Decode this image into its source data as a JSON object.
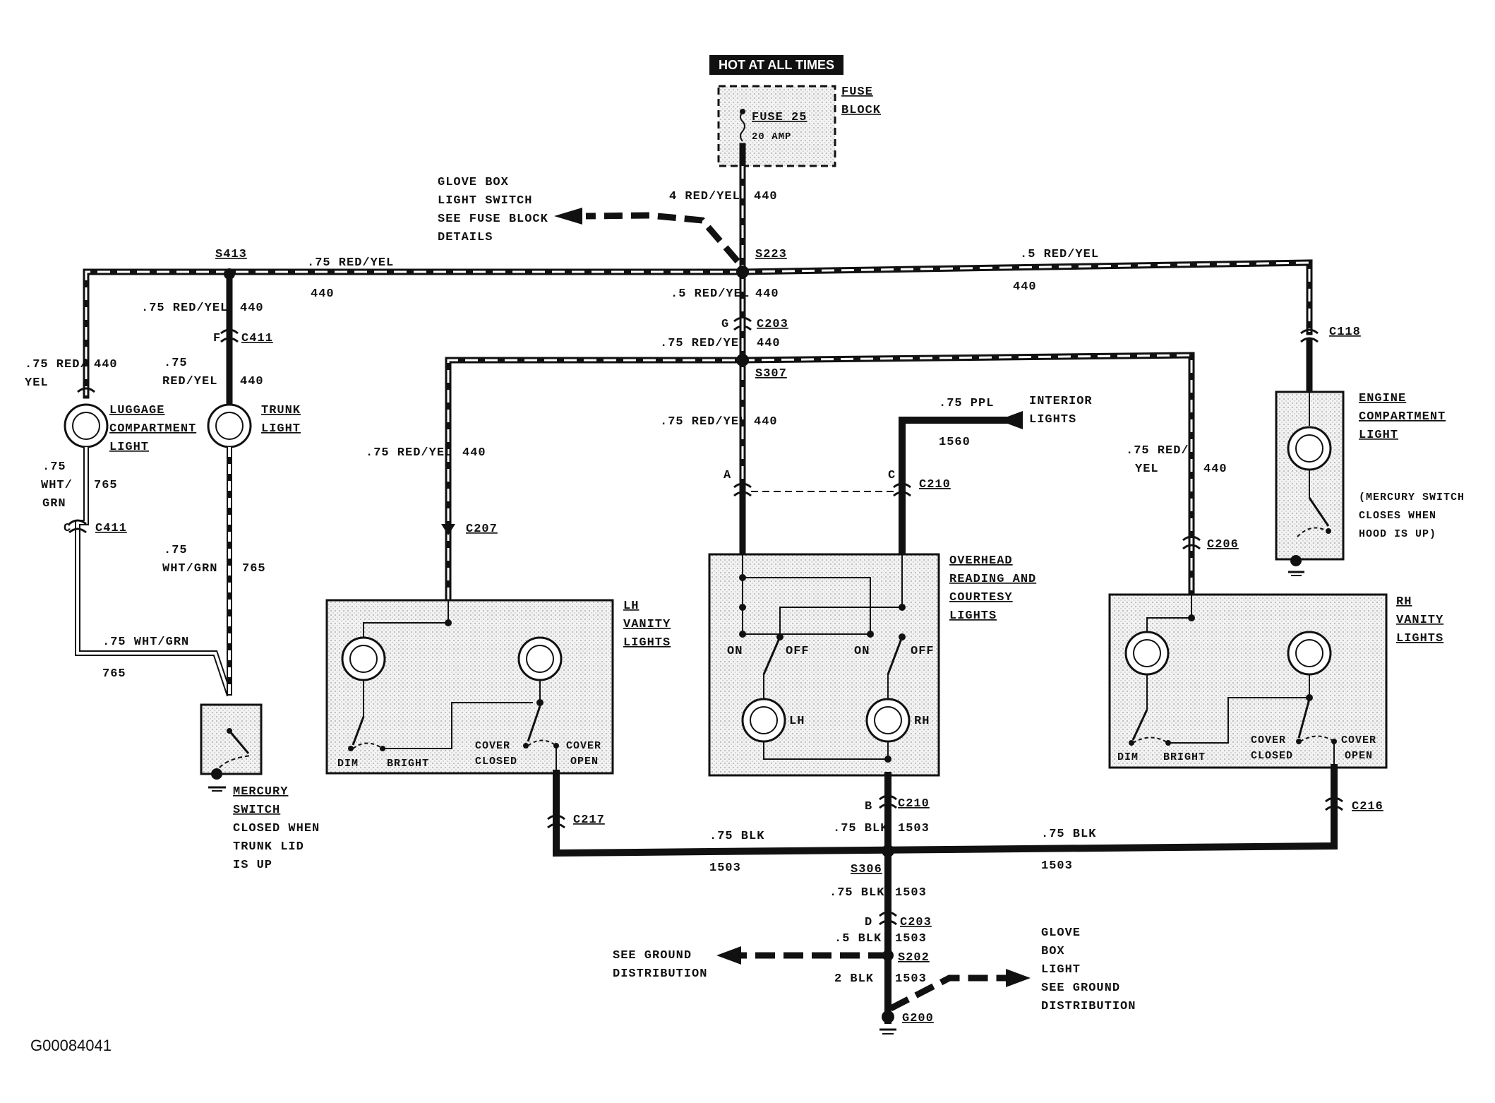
{
  "header": {
    "hot_at_all_times": "HOT AT ALL TIMES"
  },
  "fuse": {
    "fuse_block_1": "FUSE",
    "fuse_block_2": "BLOCK",
    "fuse_name": "FUSE 25",
    "fuse_rating": "20 AMP"
  },
  "glove_ref": {
    "l1": "GLOVE BOX",
    "l2": "LIGHT SWITCH",
    "l3": "SEE FUSE BLOCK",
    "l4": "DETAILS"
  },
  "wires": {
    "w4ry": "4 RED/YEL",
    "c440": "440",
    "w5ry": ".5 RED/YEL",
    "w75ry": ".75 RED/YEL",
    "w75ry_split_1": ".75 RED/",
    "w75ry_split_2": "YEL",
    "w75_a": ".75",
    "w75ry_b": "RED/YEL",
    "w75ry_rh1": ".75 RED/",
    "w75ry_rh2": "YEL",
    "w75_wht": ".75",
    "wht_grn_split": "WHT/",
    "grn": "GRN",
    "wht_grn": "WHT/GRN",
    "w75_wht_grn": ".75 WHT/GRN",
    "c765": "765",
    "w75_ppl": ".75 PPL",
    "c1560": "1560",
    "w75_blk": ".75 BLK",
    "w5_blk": ".5 BLK",
    "w2_blk": "2 BLK",
    "c1503": "1503"
  },
  "splices": {
    "s413": "S413",
    "s223": "S223",
    "s307": "S307",
    "s306": "S306",
    "s202": "S202",
    "g200": "G200"
  },
  "connectors": {
    "c203": "C203",
    "c411": "C411",
    "c118": "C118",
    "c207": "C207",
    "c210": "C210",
    "c206": "C206",
    "c217": "C217",
    "c216": "C216",
    "pin_g": "G",
    "pin_f": "F",
    "pin_c": "C",
    "pin_a": "A",
    "pin_b": "B",
    "pin_d": "D"
  },
  "components": {
    "luggage": [
      "LUGGAGE",
      "COMPARTMENT",
      "LIGHT"
    ],
    "trunk": [
      "TRUNK",
      "LIGHT"
    ],
    "engine": [
      "ENGINE",
      "COMPARTMENT",
      "LIGHT"
    ],
    "engine_note": [
      "(MERCURY SWITCH",
      "CLOSES WHEN",
      "HOOD IS UP)"
    ],
    "interior": [
      "INTERIOR",
      "LIGHTS"
    ],
    "overhead": [
      "OVERHEAD",
      "READING AND",
      "COURTESY",
      "LIGHTS"
    ],
    "lh_vanity": [
      "LH",
      "VANITY",
      "LIGHTS"
    ],
    "rh_vanity": [
      "RH",
      "VANITY",
      "LIGHTS"
    ],
    "mercury": [
      "MERCURY",
      "SWITCH",
      "CLOSED WHEN",
      "TRUNK LID",
      "IS UP"
    ],
    "ground_ref": [
      "SEE GROUND",
      "DISTRIBUTION"
    ],
    "glove_light": [
      "GLOVE",
      "BOX",
      "LIGHT",
      "SEE GROUND",
      "DISTRIBUTION"
    ]
  },
  "switch_labels": {
    "dim": "DIM",
    "bright": "BRIGHT",
    "cover": "COVER",
    "closed": "CLOSED",
    "open": "OPEN",
    "on": "ON",
    "off": "OFF",
    "lh": "LH",
    "rh": "RH"
  },
  "figure_id": "G00084041"
}
